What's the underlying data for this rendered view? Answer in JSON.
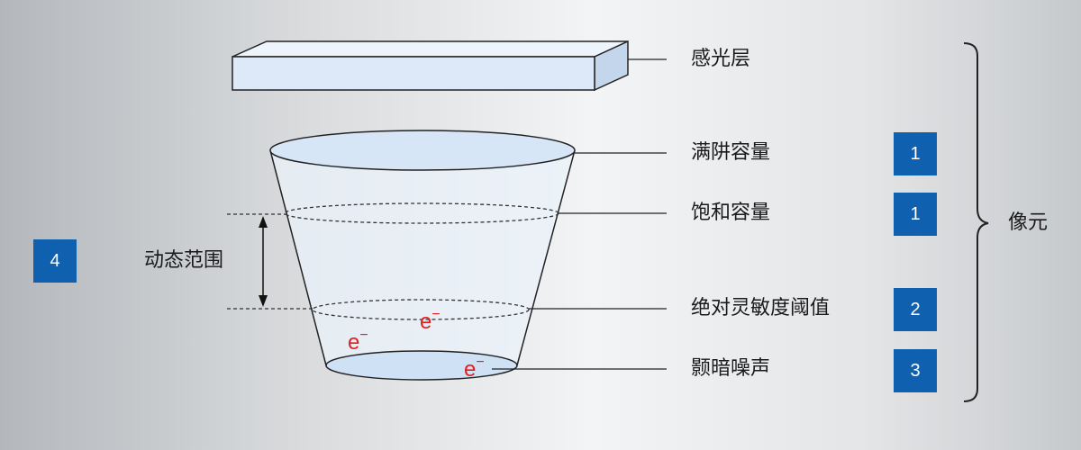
{
  "labels": {
    "photosensitive_layer": "感光层",
    "full_well_capacity": "满阱容量",
    "saturation_capacity": "饱和容量",
    "absolute_sensitivity_threshold": "绝对灵敏度阈值",
    "dark_noise": "颢暗噪声",
    "dynamic_range": "动态范围",
    "pixel": "像元"
  },
  "badges": {
    "full_well": "1",
    "saturation": "1",
    "sensitivity": "2",
    "dark_noise": "3",
    "dynamic_range": "4"
  },
  "electron": {
    "symbol": "e",
    "charge": "−"
  },
  "colors": {
    "badge_fill": "#1060b0",
    "electron_text": "#e02020",
    "layer_fill": "#dde9f8",
    "well_fill": "#d7e6f6"
  }
}
